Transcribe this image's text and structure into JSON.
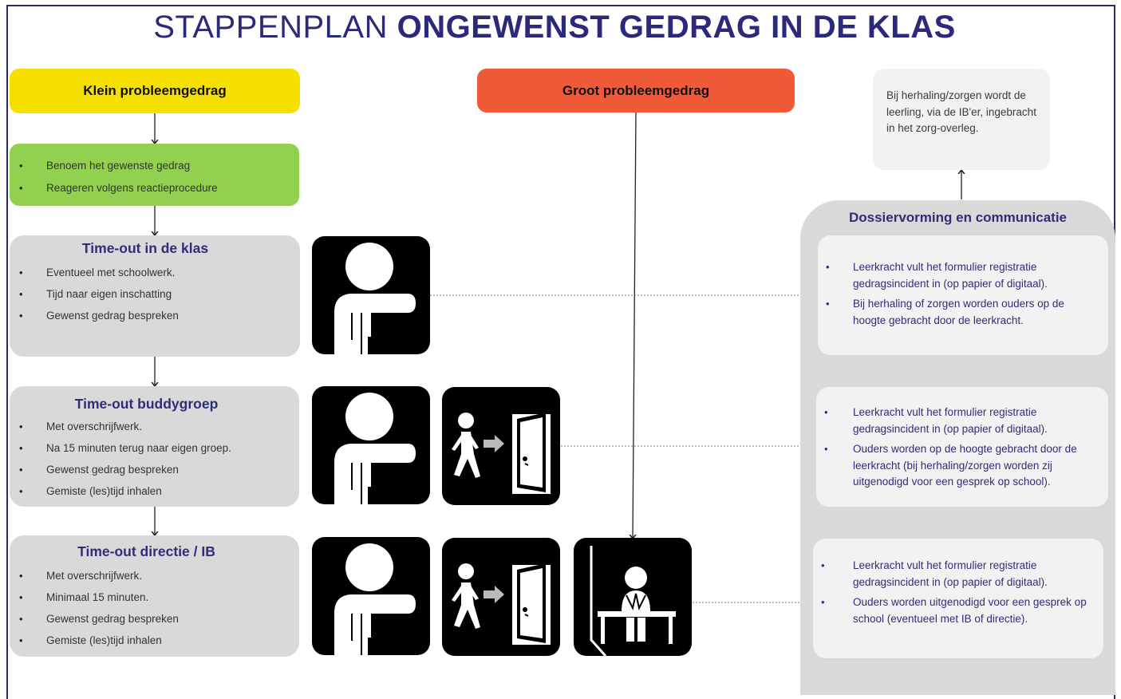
{
  "title": {
    "prefix": "STAPPENPLAN ",
    "bold": "ONGEWENST GEDRAG IN DE KLAS"
  },
  "klein": {
    "label": "Klein probleemgedrag"
  },
  "groot": {
    "label": "Groot probleemgedrag"
  },
  "first_step": {
    "items": [
      "Benoem het gewenste gedrag",
      "Reageren volgens reactieprocedure"
    ]
  },
  "steps": [
    {
      "title": "Time-out in de klas",
      "items": [
        "Eventueel met schoolwerk.",
        "Tijd naar eigen inschatting",
        "Gewenst gedrag bespreken"
      ]
    },
    {
      "title": "Time-out buddygroep",
      "items": [
        "Met overschrijfwerk.",
        "Na 15 minuten terug naar eigen groep.",
        "Gewenst gedrag bespreken",
        "Gemiste (les)tijd inhalen"
      ]
    },
    {
      "title": "Time-out directie / IB",
      "items": [
        "Met overschrijfwerk.",
        "Minimaal 15 minuten.",
        "Gewenst gedrag bespreken",
        "Gemiste (les)tijd inhalen"
      ]
    }
  ],
  "note": {
    "text": "Bij herhaling/zorgen wordt de leerling, via de IB'er, ingebracht in het zorg-overleg."
  },
  "dossier": {
    "title": "Dossiervorming en communicatie",
    "cards": [
      {
        "items": [
          "Leerkracht vult het formulier registratie gedragsincident in (op papier of digitaal).",
          "Bij herhaling of zorgen worden ouders op de hoogte gebracht door de leerkracht."
        ]
      },
      {
        "items": [
          "Leerkracht vult het formulier registratie gedragsincident in (op papier of digitaal).",
          "Ouders worden op de hoogte gebracht door de leerkracht (bij herhaling/zorgen worden zij uitgenodigd voor een gesprek op school)."
        ]
      },
      {
        "items": [
          "Leerkracht vult het formulier registratie gedragsincident in (op papier of digitaal).",
          "Ouders worden uitgenodigd voor een gesprek op school (eventueel met IB of directie)."
        ]
      }
    ]
  },
  "icons": [
    "timeout-hand-icon",
    "walk-out-door-icon",
    "office-desk-icon"
  ],
  "colors": {
    "title": "#2b2a7a",
    "yellow": "#f5e000",
    "red": "#f05a38",
    "green": "#92d14f",
    "grey": "#d9d9d9",
    "light": "#f2f2f2",
    "heading": "#2f2d7a"
  }
}
